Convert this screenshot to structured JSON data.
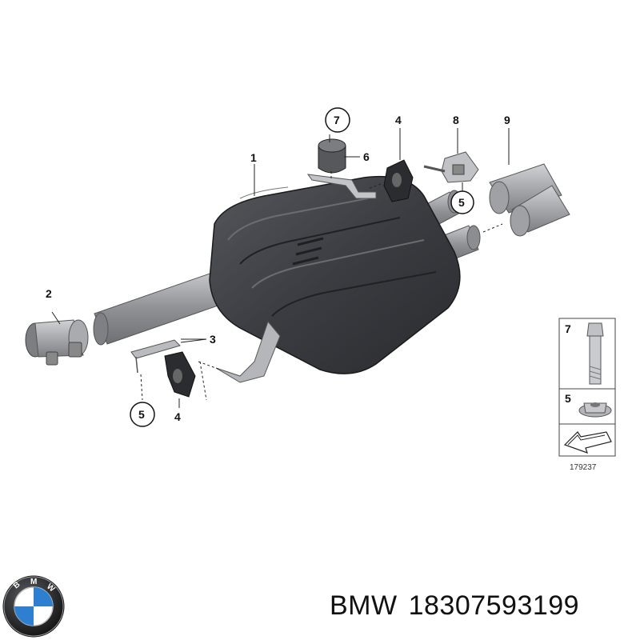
{
  "diagram": {
    "callouts": {
      "c1": "1",
      "c2": "2",
      "c3": "3",
      "c4a": "4",
      "c4b": "4",
      "c5a": "5",
      "c5b": "5",
      "c6": "6",
      "c7": "7",
      "c8": "8",
      "c9": "9"
    },
    "legend": {
      "bolt_label": "7",
      "nut_label": "5",
      "diagram_number": "179237"
    }
  },
  "footer": {
    "brand": "BMW",
    "part_number": "18307593199",
    "logo_letters": "BMW"
  },
  "colors": {
    "muffler": "#3d3f44",
    "pipe": "#9a9c9f",
    "line": "#222222",
    "logo_blue": "#2f7fd0"
  }
}
